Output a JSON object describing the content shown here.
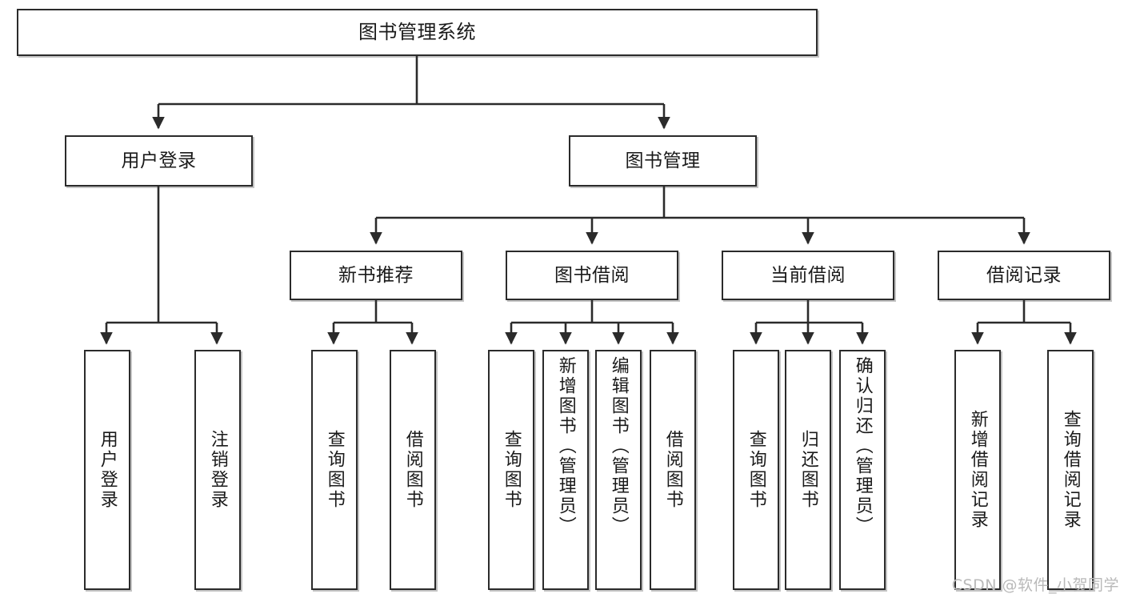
{
  "diagram": {
    "title": "图书管理系统",
    "type": "tree-hierarchy-chart",
    "watermark": "CSDN @软件_小贺同学",
    "colors": {
      "node_border": "#2b2b2b",
      "node_fill": "#ffffff",
      "edge": "#2b2b2b",
      "text": "#1a1a1a",
      "watermark": "#b9b9b9",
      "background": "#ffffff"
    }
  },
  "nodes": {
    "root": {
      "label": "图书管理系统"
    },
    "level2": [
      {
        "id": "user-login",
        "label": "用户登录"
      },
      {
        "id": "book-management",
        "label": "图书管理"
      }
    ],
    "level3": [
      {
        "id": "new-book-recommend",
        "label": "新书推荐"
      },
      {
        "id": "book-borrow",
        "label": "图书借阅"
      },
      {
        "id": "current-borrow",
        "label": "当前借阅"
      },
      {
        "id": "borrow-record",
        "label": "借阅记录"
      }
    ],
    "leaves": {
      "user-login": [
        {
          "id": "leaf-user-login",
          "label": "用户登录"
        },
        {
          "id": "leaf-logout-login",
          "label": "注销登录"
        }
      ],
      "new-book-recommend": [
        {
          "id": "leaf-query-book-1",
          "label": "查询图书"
        },
        {
          "id": "leaf-borrow-book-1",
          "label": "借阅图书"
        }
      ],
      "book-borrow": [
        {
          "id": "leaf-query-book-2",
          "label": "查询图书"
        },
        {
          "id": "leaf-add-book",
          "label": "新增图书（管理员）"
        },
        {
          "id": "leaf-edit-book",
          "label": "编辑图书（管理员）"
        },
        {
          "id": "leaf-borrow-book-2",
          "label": "借阅图书"
        }
      ],
      "current-borrow": [
        {
          "id": "leaf-query-book-3",
          "label": "查询图书"
        },
        {
          "id": "leaf-return-book",
          "label": "归还图书"
        },
        {
          "id": "leaf-confirm-return",
          "label": "确认归还（管理员）"
        }
      ],
      "borrow-record": [
        {
          "id": "leaf-add-borrow-record",
          "label": "新增借阅记录"
        },
        {
          "id": "leaf-query-borrow-record",
          "label": "查询借阅记录"
        }
      ]
    }
  }
}
